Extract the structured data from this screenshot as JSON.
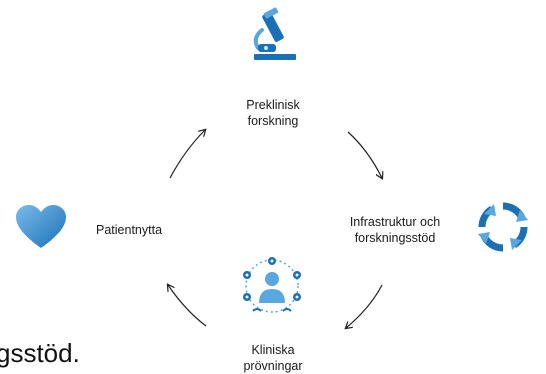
{
  "diagram": {
    "nodes": {
      "top": {
        "lines": [
          "Preklinisk",
          "forskning"
        ],
        "icon": "microscope-icon"
      },
      "right": {
        "lines": [
          "Infrastruktur och",
          "forskningsstöd"
        ],
        "icon": "cycle-arrows-icon"
      },
      "bottom": {
        "lines": [
          "Kliniska",
          "prövningar"
        ],
        "icon": "clinical-network-icon"
      },
      "left": {
        "lines": [
          "Patientnytta"
        ],
        "icon": "heart-icon"
      }
    },
    "cycle_direction": "clockwise"
  },
  "background_text_fragment": "gsstöd.",
  "colors": {
    "icon_blue": "#1a6fb6",
    "icon_light_blue": "#5aa7e0",
    "arrow": "#222222",
    "text": "#1a1a1a"
  }
}
